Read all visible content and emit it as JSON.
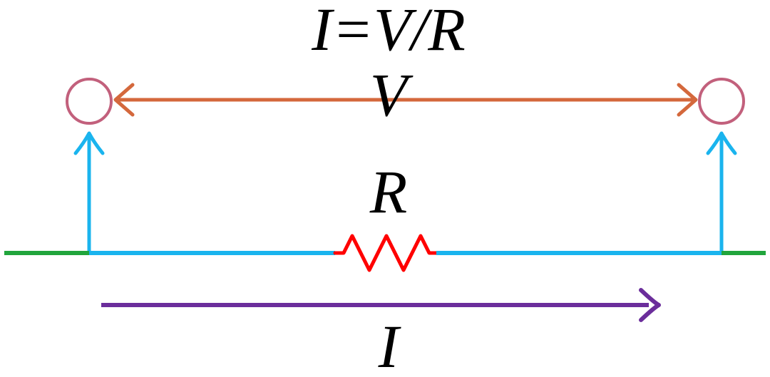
{
  "diagram": {
    "title": "I=V/R",
    "labels": {
      "voltage": "V",
      "resistance": "R",
      "current": "I"
    },
    "colors": {
      "text": "#000000",
      "terminal": "#c2607c",
      "voltage_arrow": "#d4683c",
      "probe_arrow": "#1ab4ee",
      "wire_cyan": "#1ab4ee",
      "wire_green": "#21a53c",
      "resistor": "#ff0000",
      "current_arrow": "#6b2d9b"
    }
  }
}
